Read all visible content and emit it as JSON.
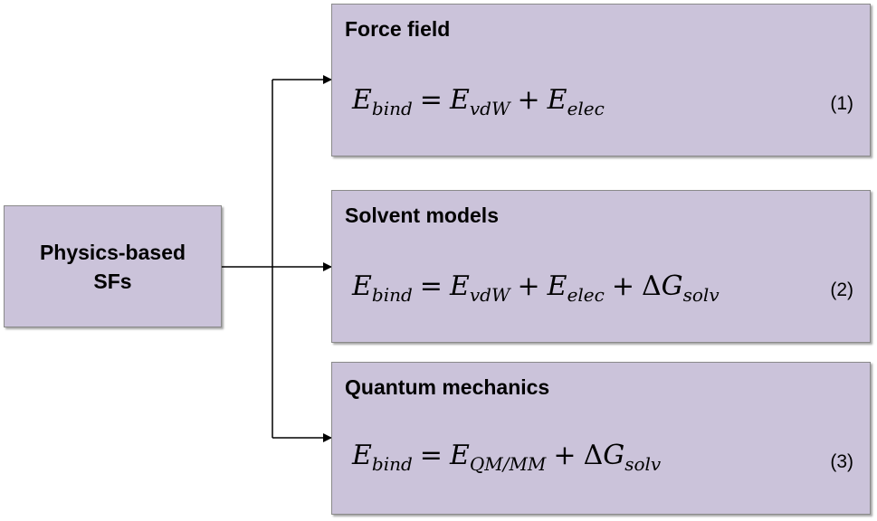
{
  "root": {
    "line1": "Physics-based",
    "line2": "SFs"
  },
  "methods": [
    {
      "title": "Force field",
      "equation": {
        "lhs": "E",
        "lhs_sub": "bind",
        "eq": "=",
        "terms": [
          {
            "sym": "E",
            "sub": "vdW"
          },
          {
            "op": "+",
            "sym": "E",
            "sub": "elec"
          }
        ]
      },
      "number": "(1)"
    },
    {
      "title": "Solvent models",
      "equation": {
        "lhs": "E",
        "lhs_sub": "bind",
        "eq": "=",
        "terms": [
          {
            "sym": "E",
            "sub": "vdW"
          },
          {
            "op": "+",
            "sym": "E",
            "sub": "elec"
          },
          {
            "op": "+",
            "delta": "Δ",
            "sym": "G",
            "sub": "solv"
          }
        ]
      },
      "number": "(2)"
    },
    {
      "title": "Quantum mechanics",
      "equation": {
        "lhs": "E",
        "lhs_sub": "bind",
        "eq": "=",
        "terms": [
          {
            "sym": "E",
            "sub": "QM/MM"
          },
          {
            "op": "+",
            "delta": "Δ",
            "sym": "G",
            "sub": "solv"
          }
        ]
      },
      "number": "(3)"
    }
  ],
  "colors": {
    "box_fill": "#cbc3da",
    "box_border": "#8a8a8a",
    "arrow": "#000000"
  }
}
